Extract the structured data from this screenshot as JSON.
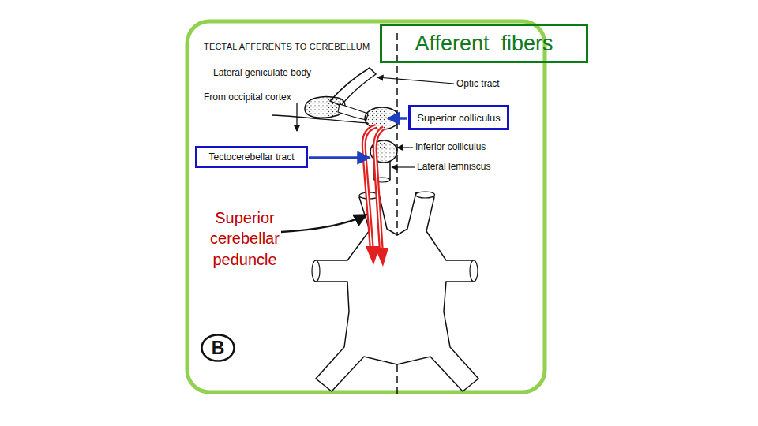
{
  "diagram": {
    "title": "TECTAL AFFERENTS TO CEREBELLUM",
    "nodes": [
      {
        "text": [
          "Afferent  fibers"
        ]
      },
      {
        "text": [
          "Superior colliculus"
        ]
      },
      {
        "text": [
          "Tectocerebellar tract"
        ]
      },
      {
        "text": [
          "B"
        ]
      }
    ],
    "labels": [
      "Lateral geniculate body",
      "From occipital cortex",
      "Optic tract",
      "Inferior colliculus",
      "Lateral lemniscus",
      "Superior cerebellar peduncle"
    ]
  }
}
